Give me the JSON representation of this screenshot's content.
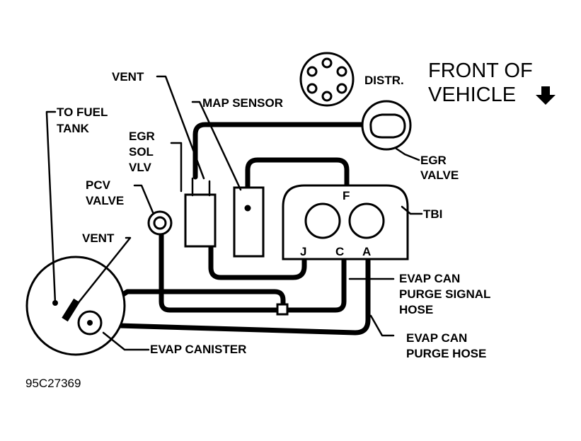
{
  "labels": {
    "vent_top": "VENT",
    "map_sensor": "MAP SENSOR",
    "distr": "DISTR.",
    "front_line1": "FRONT OF",
    "front_line2": "VEHICLE",
    "to_fuel_line1": "TO FUEL",
    "to_fuel_line2": "TANK",
    "egr_sol_line1": "EGR",
    "egr_sol_line2": "SOL",
    "egr_sol_line3": "VLV",
    "egr_valve_line1": "EGR",
    "egr_valve_line2": "VALVE",
    "pcv_line1": "PCV",
    "pcv_line2": "VALVE",
    "tbi": "TBI",
    "port_f": "F",
    "port_j": "J",
    "port_c": "C",
    "port_a": "A",
    "vent_left": "VENT",
    "purge_signal_line1": "EVAP CAN",
    "purge_signal_line2": "PURGE SIGNAL",
    "purge_signal_line3": "HOSE",
    "purge_hose_line1": "EVAP CAN",
    "purge_hose_line2": "PURGE HOSE",
    "evap_canister": "EVAP CANISTER",
    "ref_number": "95C27369"
  },
  "icons": {
    "front_arrow": "down-arrow-icon"
  },
  "colors": {
    "ink": "#000000",
    "paper": "#ffffff"
  }
}
